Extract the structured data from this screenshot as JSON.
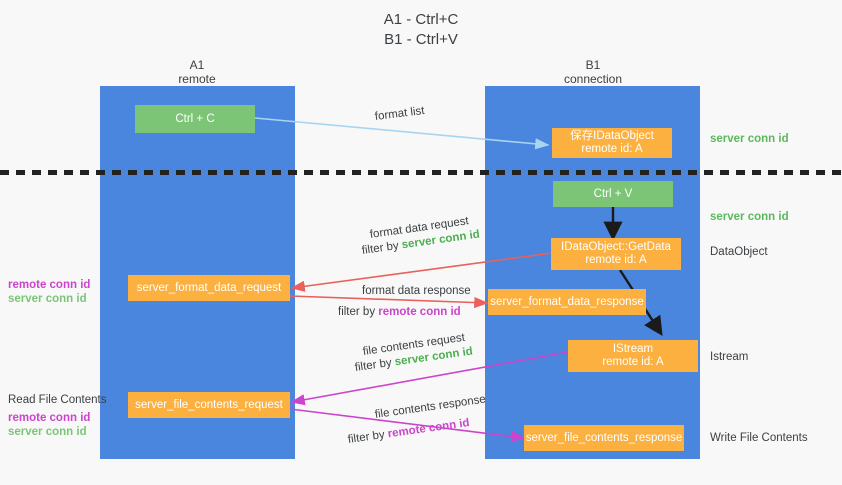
{
  "title": {
    "line1": "A1 - Ctrl+C",
    "line2": "B1 - Ctrl+V"
  },
  "colors": {
    "lane_blue": "#4a86dd",
    "box_green": "#7cc576",
    "box_orange": "#fbb040",
    "server_conn_green": "#5cb85c",
    "remote_conn_magenta": "#cc44cc",
    "arrow_lightblue": "#a8d4f0",
    "arrow_red": "#e8615a",
    "arrow_magenta": "#cc44cc",
    "arrow_black": "#1a1a1a",
    "background": "#f8f8f8"
  },
  "columns": {
    "a1": {
      "name": "A1",
      "sub": "remote"
    },
    "b1": {
      "name": "B1",
      "sub": "connection"
    }
  },
  "boxes": {
    "ctrl_c": "Ctrl + C",
    "ctrl_v": "Ctrl + V",
    "idataobject_line1": "保存IDataObject",
    "idataobject_line2": "remote id: A",
    "getdata_line1": "IDataObject::GetData",
    "getdata_line2": "remote id: A",
    "istream_line1": "IStream",
    "istream_line2": "remote id: A",
    "server_format_data_request": "server_format_data_request",
    "server_format_data_response": "server_format_data_response",
    "server_file_contents_request": "server_file_contents_request",
    "server_file_contents_response": "server_file_contents_response"
  },
  "mid_labels": {
    "format_list": "format list",
    "format_data_request": "format data request",
    "format_data_request_filter_pre": "filter by ",
    "format_data_request_filter_key": "server conn id",
    "format_data_response": "format data response",
    "format_data_response_filter_pre": "filter by ",
    "format_data_response_filter_key": "remote conn id",
    "file_contents_request": "file contents request",
    "file_contents_request_filter_pre": "filter by ",
    "file_contents_request_filter_key": "server conn id",
    "file_contents_response": "file contents response",
    "file_contents_response_filter_pre": "filter by ",
    "file_contents_response_filter_key": "remote conn id"
  },
  "right_labels": {
    "server_conn_id_top": "server conn id",
    "server_conn_id_mid": "server conn id",
    "dataobject": "DataObject",
    "istream": "Istream",
    "write_file_contents": "Write File Contents"
  },
  "left_labels": {
    "conn_stack_top_remote": "remote conn id",
    "conn_stack_top_server": "server conn id",
    "read_file_contents": "Read File Contents",
    "conn_stack_bottom_remote": "remote conn id",
    "conn_stack_bottom_server": "server conn id"
  }
}
